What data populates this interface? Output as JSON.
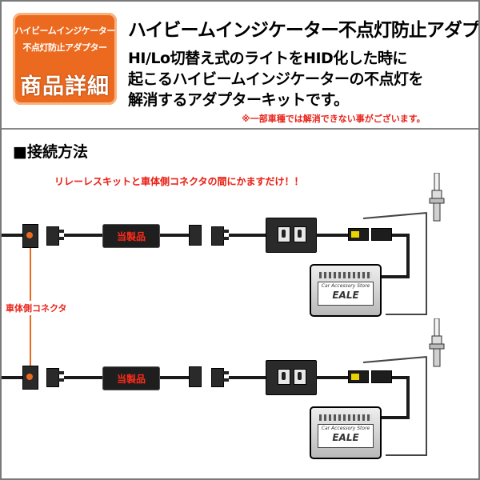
{
  "header": {
    "badge_line1": "ハイビームインジケーター",
    "badge_line2": "不点灯防止アダプター",
    "badge_main": "商品詳細",
    "headline": "ハイビームインジケーター不点灯防止アダプター",
    "desc_line1": "HI/Lo切替え式のライトをHID化した時に",
    "desc_line2": "起こるハイビームインジケーターの不点灯を",
    "desc_line3": "解消するアダプターキットです。",
    "note": "※一部車種では解消できない事がございます。"
  },
  "section": {
    "title": "■接続方法",
    "warning": "リレーレスキットと車体側コネクタの間にかますだけ！！",
    "vehicle_connector_label": "車体側コネクタ",
    "product_label_1": "当製品",
    "product_label_2": "当製品",
    "ballast_brand_1": "EALE",
    "ballast_sub_1": "Car Accessory Store",
    "ballast_brand_2": "EALE",
    "ballast_sub_2": "Car Accessory Store"
  },
  "colors": {
    "badge_bg": "#ec6a1f",
    "warning_text": "#e8231a",
    "product_text": "#ff2a1a",
    "connector_dot": "#ec6a1f"
  }
}
